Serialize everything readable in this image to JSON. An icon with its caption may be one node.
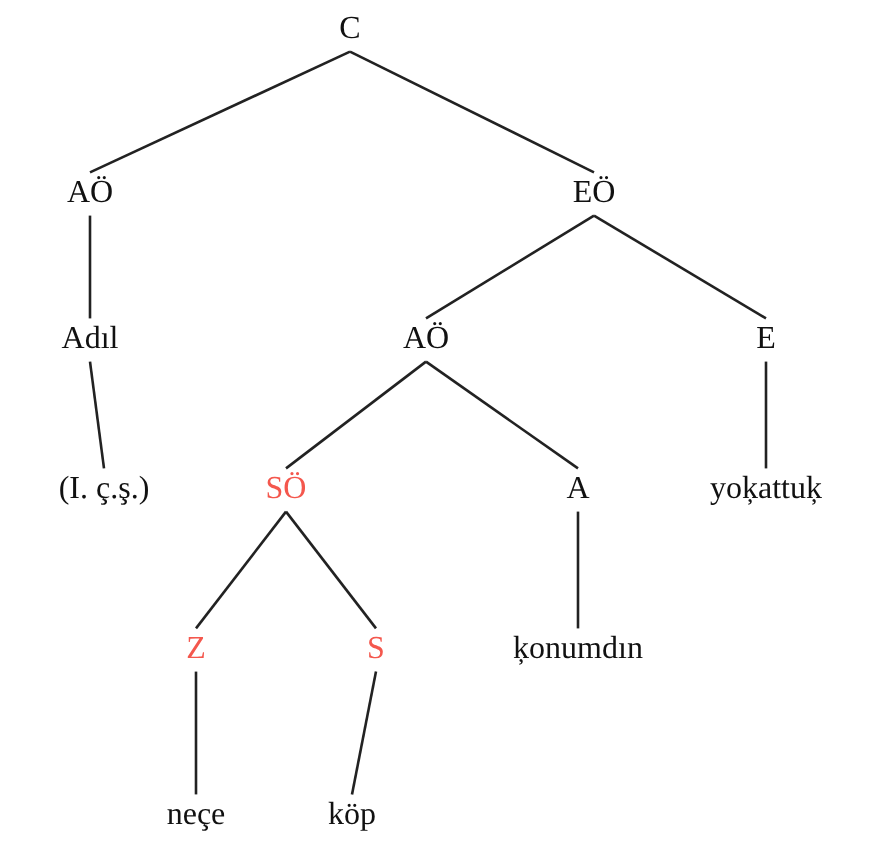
{
  "diagram": {
    "nodes": [
      {
        "text": [
          "C"
        ]
      },
      {
        "text": [
          "AÖ"
        ]
      },
      {
        "text": [
          "EÖ"
        ]
      },
      {
        "text": [
          "Adıl"
        ]
      },
      {
        "text": [
          "AÖ"
        ]
      },
      {
        "text": [
          "E"
        ]
      },
      {
        "text": [
          "(I. ç.ş.)"
        ]
      },
      {
        "text": [
          "SÖ"
        ]
      },
      {
        "text": [
          "A"
        ]
      },
      {
        "text": [
          "yoķattuķ"
        ]
      },
      {
        "text": [
          "Z"
        ]
      },
      {
        "text": [
          "S"
        ]
      },
      {
        "text": [
          "ķonumdın"
        ]
      },
      {
        "text": [
          "neçe"
        ]
      },
      {
        "text": [
          "köp"
        ]
      }
    ],
    "edges": [
      {
        "from": 0,
        "to": 1,
        "arrow": "none"
      },
      {
        "from": 0,
        "to": 2,
        "arrow": "none"
      },
      {
        "from": 1,
        "to": 3,
        "arrow": "none"
      },
      {
        "from": 2,
        "to": 4,
        "arrow": "none"
      },
      {
        "from": 2,
        "to": 5,
        "arrow": "none"
      },
      {
        "from": 3,
        "to": 6,
        "arrow": "none"
      },
      {
        "from": 4,
        "to": 7,
        "arrow": "none"
      },
      {
        "from": 4,
        "to": 8,
        "arrow": "none"
      },
      {
        "from": 5,
        "to": 9,
        "arrow": "none"
      },
      {
        "from": 7,
        "to": 10,
        "arrow": "none"
      },
      {
        "from": 7,
        "to": 11,
        "arrow": "none"
      },
      {
        "from": 8,
        "to": 12,
        "arrow": "none"
      },
      {
        "from": 10,
        "to": 13,
        "arrow": "none"
      },
      {
        "from": 11,
        "to": 14,
        "arrow": "none"
      }
    ]
  }
}
